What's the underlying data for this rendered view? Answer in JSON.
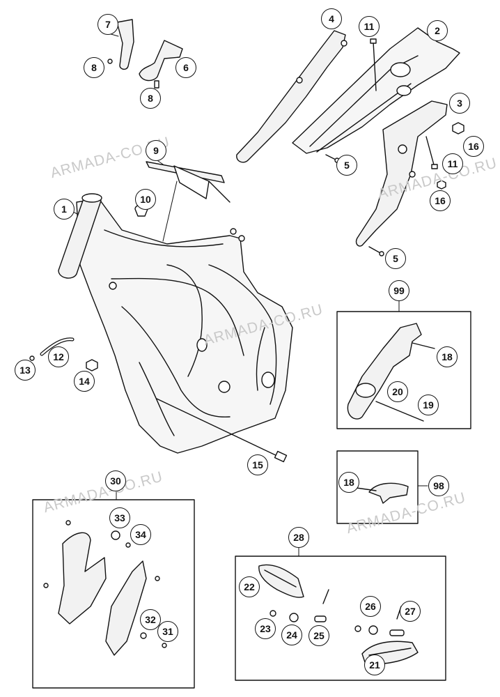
{
  "watermark": "ARMADA-CO.RU",
  "callouts": {
    "c1": "1",
    "c2": "2",
    "c3": "3",
    "c4": "4",
    "c5a": "5",
    "c5b": "5",
    "c6": "6",
    "c7": "7",
    "c8a": "8",
    "c8b": "8",
    "c9": "9",
    "c10": "10",
    "c11a": "11",
    "c11b": "11",
    "c12": "12",
    "c13": "13",
    "c14": "14",
    "c15": "15",
    "c16a": "16",
    "c16b": "16",
    "c18a": "18",
    "c18b": "18",
    "c19": "19",
    "c20": "20",
    "c21": "21",
    "c22": "22",
    "c23": "23",
    "c24": "24",
    "c25": "25",
    "c26": "26",
    "c27": "27",
    "c28": "28",
    "c30": "30",
    "c31": "31",
    "c32": "32",
    "c33": "33",
    "c34": "34",
    "c98": "98",
    "c99": "99"
  },
  "colors": {
    "line": "#111111",
    "watermark": "#c9c9c9",
    "fill": "#f2f2f2"
  }
}
